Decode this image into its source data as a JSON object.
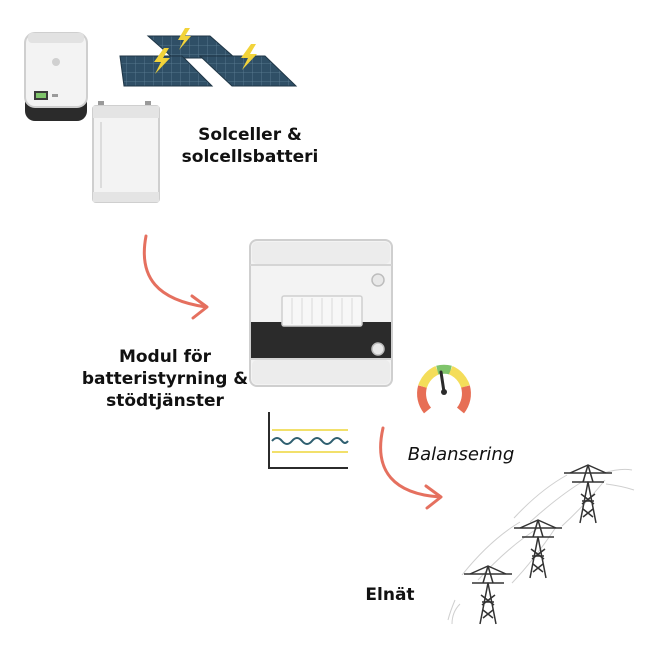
{
  "labels": {
    "solar": [
      "Solceller &",
      "solcellsbatteri"
    ],
    "module": [
      "Modul för",
      "batteristyrning &",
      "stödtjänster"
    ],
    "balancing": "Balansering",
    "grid": "Elnät"
  },
  "colors": {
    "arrow": "#e5705f",
    "panel_fill": "#2f4f66",
    "panel_grid": "#5f8096",
    "lightning": "#f2d33a",
    "device_body": "#f3f3f3",
    "device_outline": "#cfcfcf",
    "device_dark": "#2b2b2b",
    "gauge_yellow": "#f4dd5a",
    "gauge_green": "#7fc46b",
    "gauge_red": "#e76e55",
    "chart_wave": "#2f5f70",
    "chart_lines": "#f2e06b",
    "tower_stroke": "#333333"
  },
  "icons": [
    "inverter-icon",
    "solar-panel-icon",
    "lightning-icon",
    "battery-icon",
    "control-module-icon",
    "gauge-icon",
    "waveform-chart-icon",
    "power-tower-icon"
  ]
}
